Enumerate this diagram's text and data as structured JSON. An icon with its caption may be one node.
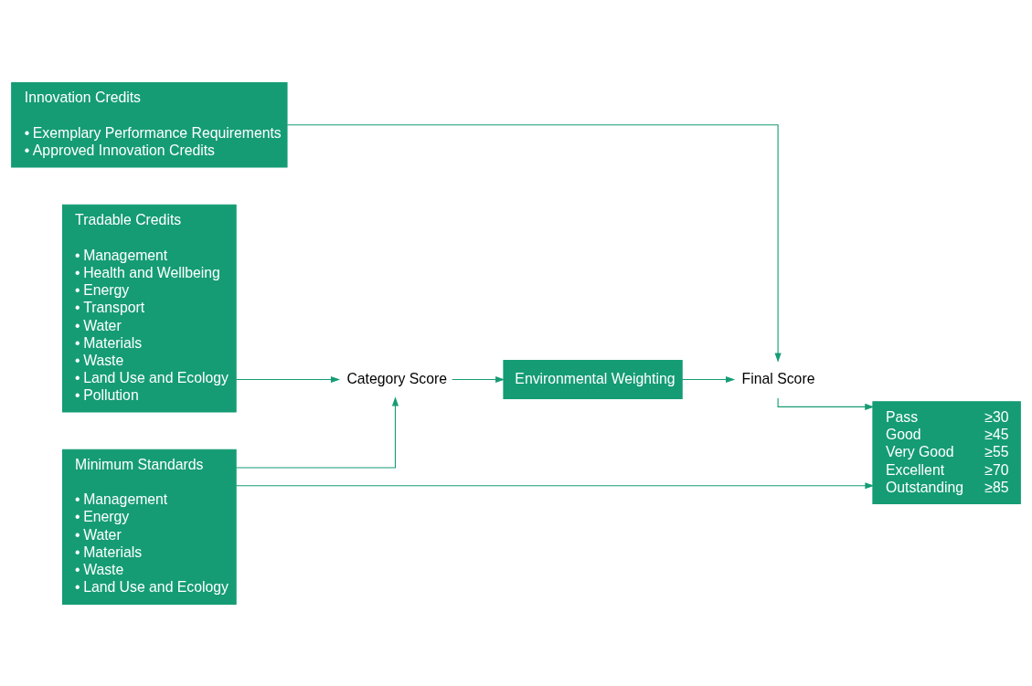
{
  "diagram": {
    "nodes": [
      {
        "text": [
          "Minimum Standards",
          "•\tManagement",
          "•\tEnergy",
          "•\tWater",
          "•\tMaterials",
          "•\tWaste",
          "•\tLand Use and Ecology"
        ]
      },
      {
        "text": [
          "Tradable Credits",
          "•\tManagement",
          "•\tHealth and Wellbeing",
          "•\tEnergy",
          "•\tTransport",
          "•\tWater",
          "•\tMaterials",
          "•\tWaste",
          "•\tLand Use and Ecology",
          "•\tPollution"
        ]
      },
      {
        "text": [
          "Innovation Credits",
          "•\tExemplary Performance Requirements",
          "•\tApproved Innovation Credits"
        ]
      },
      {
        "text": [
          "Category Score"
        ]
      },
      {
        "text": [
          "Environmental Weighting"
        ]
      },
      {
        "text": [
          "Final Score"
        ]
      },
      {
        "text": [
          "Pass",
          "≥30",
          "Good",
          "≥45",
          "Very Good",
          "≥55",
          "Excellent",
          "≥70",
          "Outstanding",
          "≥85"
        ]
      }
    ],
    "edges": [
      {
        "from": 0,
        "to": 3,
        "arrow": "to"
      },
      {
        "from": 0,
        "to": 6,
        "arrow": "to"
      },
      {
        "from": 1,
        "to": 3,
        "arrow": "to"
      },
      {
        "from": 3,
        "to": 4,
        "arrow": "to"
      },
      {
        "from": 4,
        "to": 5,
        "arrow": "to"
      },
      {
        "from": 5,
        "to": 6,
        "arrow": "to"
      },
      {
        "from": 2,
        "to": 5,
        "arrow": "to"
      }
    ]
  }
}
